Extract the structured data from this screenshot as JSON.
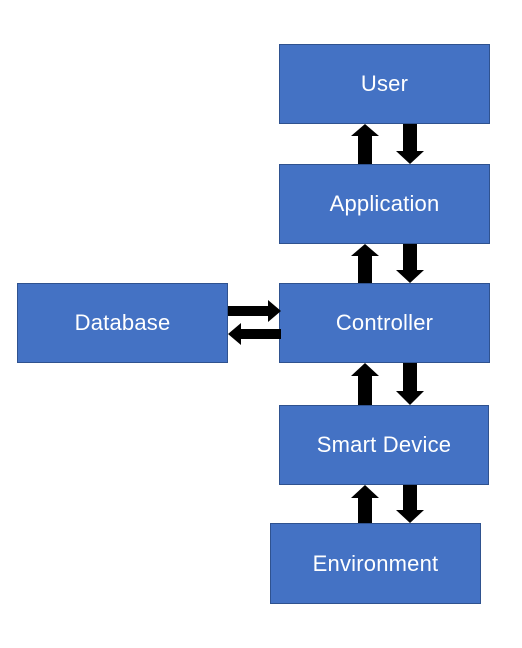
{
  "diagram": {
    "nodes": [
      {
        "id": "user",
        "label": "User"
      },
      {
        "id": "application",
        "label": "Application"
      },
      {
        "id": "database",
        "label": "Database"
      },
      {
        "id": "controller",
        "label": "Controller"
      },
      {
        "id": "smart_device",
        "label": "Smart Device"
      },
      {
        "id": "environment",
        "label": "Environment"
      }
    ],
    "edges": [
      {
        "from": "application",
        "to": "user"
      },
      {
        "from": "user",
        "to": "application"
      },
      {
        "from": "controller",
        "to": "application"
      },
      {
        "from": "application",
        "to": "controller"
      },
      {
        "from": "database",
        "to": "controller"
      },
      {
        "from": "controller",
        "to": "database"
      },
      {
        "from": "smart_device",
        "to": "controller"
      },
      {
        "from": "controller",
        "to": "smart_device"
      },
      {
        "from": "environment",
        "to": "smart_device"
      },
      {
        "from": "smart_device",
        "to": "environment"
      }
    ],
    "colors": {
      "node_fill": "#4472C4",
      "node_border": "#2F528F",
      "node_text": "#FFFFFF",
      "arrow": "#000000"
    }
  }
}
